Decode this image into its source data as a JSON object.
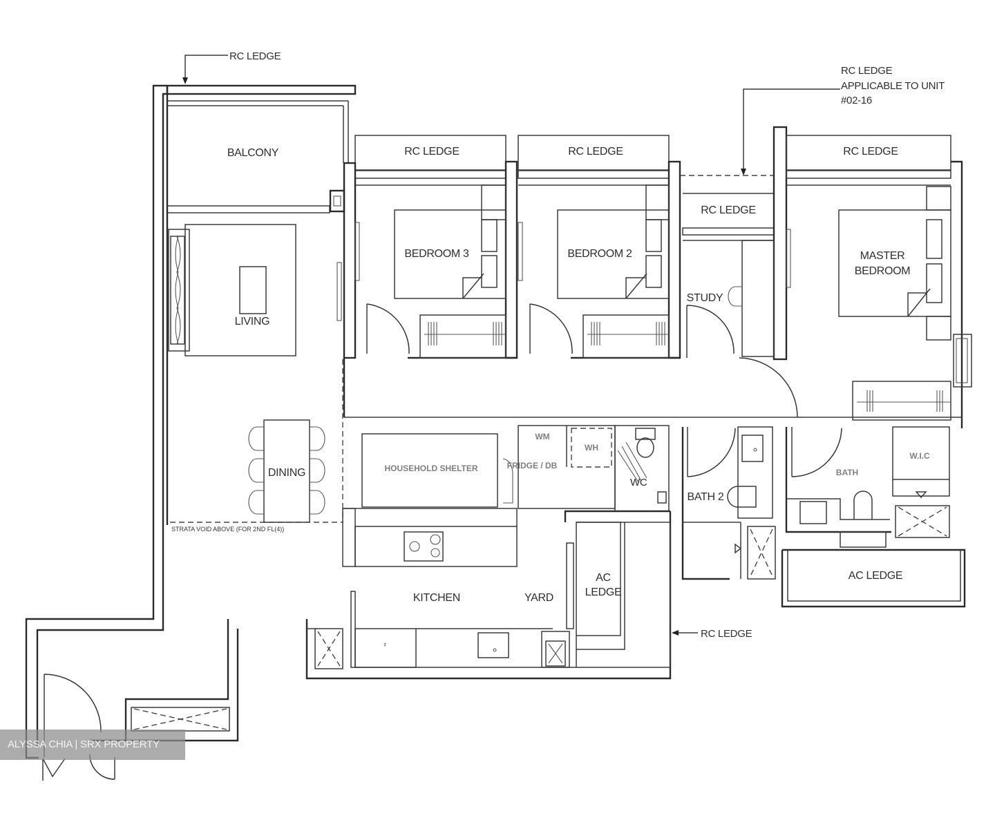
{
  "plan": {
    "type": "residential floor plan",
    "rooms": {
      "balcony": "BALCONY",
      "living": "LIVING",
      "dining": "DINING",
      "bedroom3": "BEDROOM 3",
      "bedroom2": "BEDROOM 2",
      "study": "STUDY",
      "master_bedroom_line1": "MASTER",
      "master_bedroom_line2": "BEDROOM",
      "bath2": "BATH 2",
      "bath1_garbled": "BATH",
      "master_store_garbled": "W.I.C",
      "kitchen": "KITCHEN",
      "yard": "YARD",
      "wc": "WC",
      "kitchen_shelter_garbled": "HOUSEHOLD SHELTER",
      "kitchen_fridge_garbled": "FRIDGE / DB",
      "kitchen_wm_garbled": "WM",
      "kitchen_wh_garbled": "WH"
    },
    "ledges": {
      "rc_ledge_top_left_callout": "RC LEDGE",
      "rc_ledge_bedroom3": "RC LEDGE",
      "rc_ledge_bedroom2": "RC LEDGE",
      "rc_ledge_study": "RC LEDGE",
      "rc_ledge_master": "RC LEDGE",
      "rc_ledge_callout_line1": "RC LEDGE",
      "rc_ledge_callout_line2": "APPLICABLE TO UNIT",
      "rc_ledge_callout_line3": "#02-16",
      "ac_ledge_yard_line1": "AC",
      "ac_ledge_yard_line2": "LEDGE",
      "ac_ledge_master": "AC LEDGE",
      "rc_ledge_bottom_callout": "RC LEDGE"
    },
    "notes": {
      "strata_void": "STRATA VOID ABOVE (FOR 2ND FL(4))"
    }
  },
  "watermark": {
    "text": "ALYSSA CHIA | SRX PROPERTY"
  }
}
